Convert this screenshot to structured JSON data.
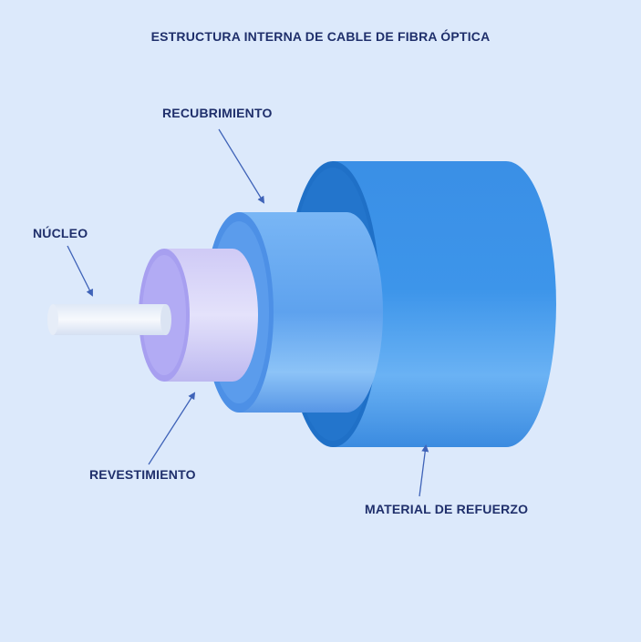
{
  "title": "ESTRUCTURA INTERNA DE CABLE DE FIBRA ÓPTICA",
  "labels": {
    "recubrimiento": "RECUBRIMIENTO",
    "nucleo": "NÚCLEO",
    "revestimiento": "REVESTIMIENTO",
    "refuerzo": "MATERIAL DE REFUERZO"
  },
  "colors": {
    "background": "#dce9fb",
    "text": "#1f2f6b",
    "arrow": "#3f63b8",
    "core": "#eef3fb",
    "cladding": "#b9b6f0",
    "coating": "#5c9ff0",
    "reinforcement": "#2f86e0",
    "reinforcement_dark": "#1f6fc4"
  }
}
